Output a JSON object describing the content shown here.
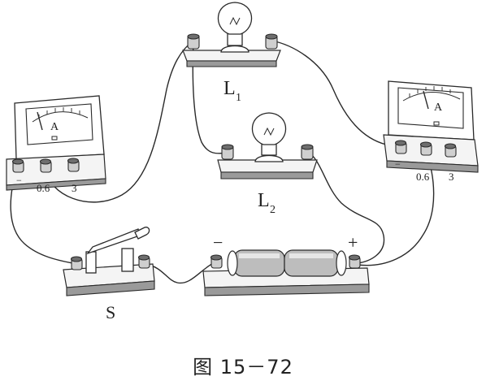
{
  "figure": {
    "caption": "图 15－72"
  },
  "labels": {
    "lamp1": "L",
    "lamp1_sub": "1",
    "lamp2": "L",
    "lamp2_sub": "2",
    "switch": "S",
    "battery_neg": "−",
    "battery_pos": "+"
  },
  "ammeter_left": {
    "unit": "A",
    "terminals": [
      "−",
      "0.6",
      "3"
    ]
  },
  "ammeter_right": {
    "unit": "A",
    "terminals": [
      "−",
      "0.6",
      "3"
    ]
  }
}
